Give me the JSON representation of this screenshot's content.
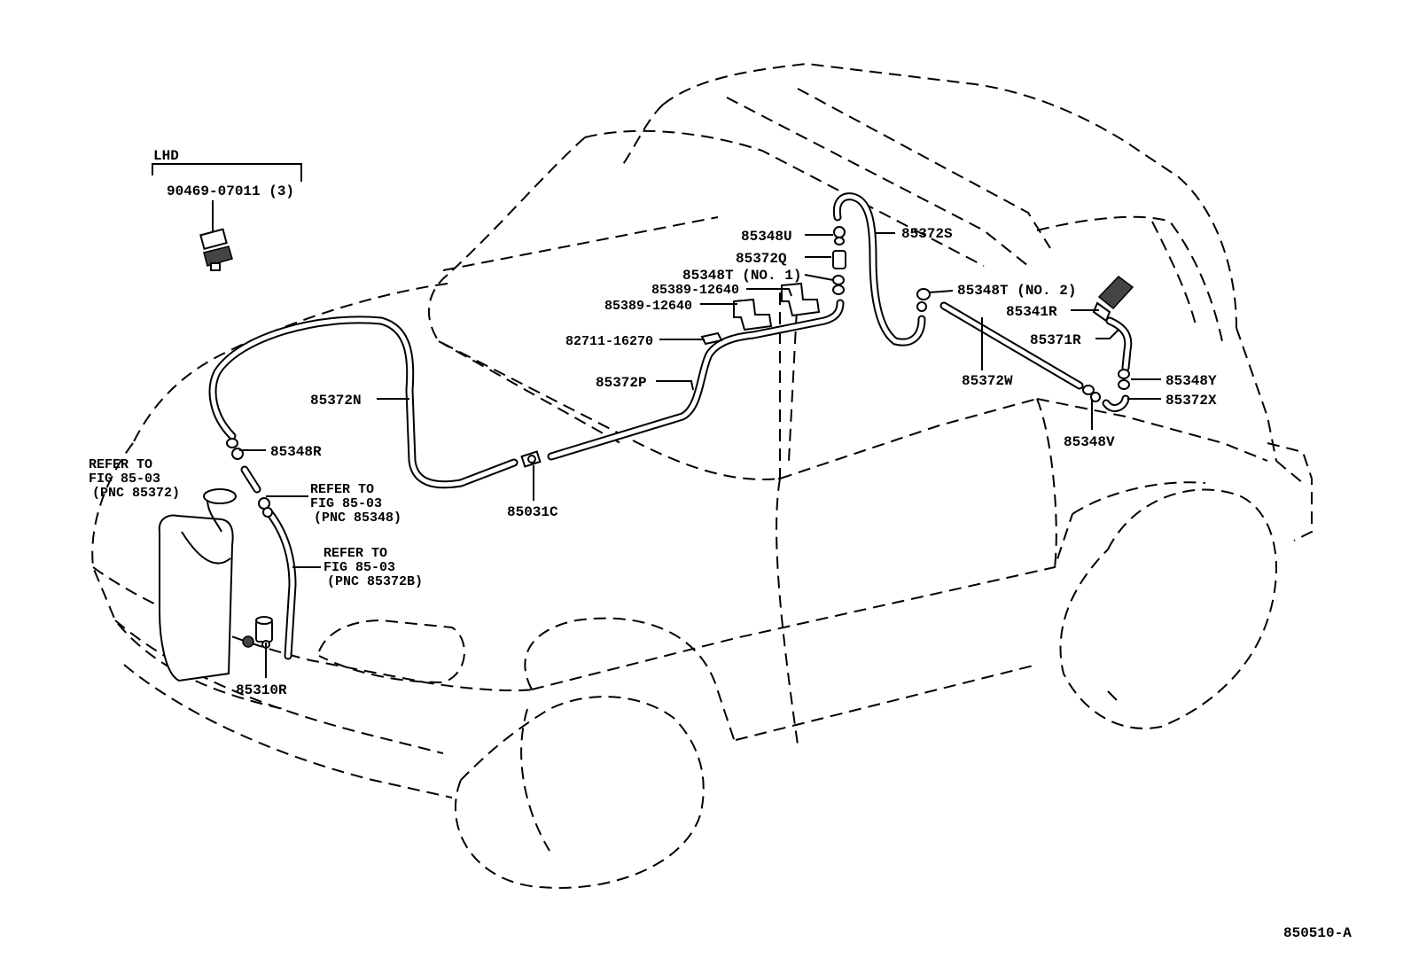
{
  "diagram": {
    "figure_id": "850510-A",
    "variant_label": "LHD",
    "labels": {
      "clip_lhd": "90469-07011 (3)",
      "p85348U": "85348U",
      "p85372S": "85372S",
      "p85372Q": "85372Q",
      "p85348T_no1": "85348T (NO. 1)",
      "p85389_a": "85389-12640",
      "p85389_b": "85389-12640",
      "p82711": "82711-16270",
      "p85372P": "85372P",
      "p85372N": "85372N",
      "p85348R": "85348R",
      "p85031C": "85031C",
      "p85310R": "85310R",
      "p85348T_no2": "85348T (NO. 2)",
      "p85341R": "85341R",
      "p85371R": "85371R",
      "p85372W": "85372W",
      "p85348Y": "85348Y",
      "p85372X": "85372X",
      "p85348V": "85348V"
    },
    "refs": [
      {
        "line1": "REFER TO",
        "line2": "FIG 85-03",
        "line3": "(PNC 85372)"
      },
      {
        "line1": "REFER TO",
        "line2": "FIG 85-03",
        "line3": "(PNC 85348)"
      },
      {
        "line1": "REFER TO",
        "line2": "FIG 85-03",
        "line3": "(PNC 85372B)"
      }
    ]
  }
}
